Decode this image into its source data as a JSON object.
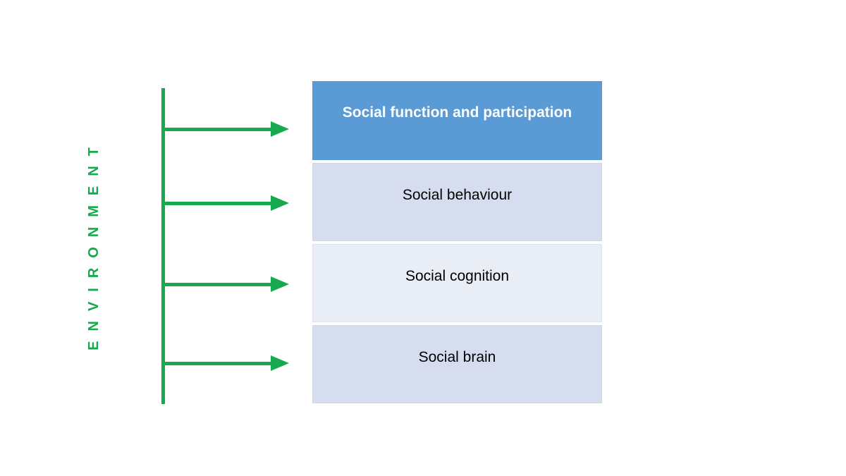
{
  "environment_label": "ENVIRONMENT",
  "boxes": [
    {
      "label": "Social function and participation",
      "emphasis": true,
      "fill": "#5B9BD5",
      "text_color": "#FFFFFF"
    },
    {
      "label": "Social behaviour",
      "emphasis": false,
      "fill": "#D5DDEE",
      "text_color": "#000000"
    },
    {
      "label": "Social cognition",
      "emphasis": false,
      "fill": "#E9EDF6",
      "text_color": "#000000"
    },
    {
      "label": "Social brain",
      "emphasis": false,
      "fill": "#D5DDEE",
      "text_color": "#000000"
    }
  ],
  "arrows": {
    "count": 4,
    "direction": "right",
    "color": "#16A94E"
  },
  "colors": {
    "background": "#FFFFFF",
    "green_accent": "#16A94E",
    "box_blue": "#5B9BD5",
    "box_light": "#D5DDEE",
    "box_lighter": "#E9EDF6"
  }
}
